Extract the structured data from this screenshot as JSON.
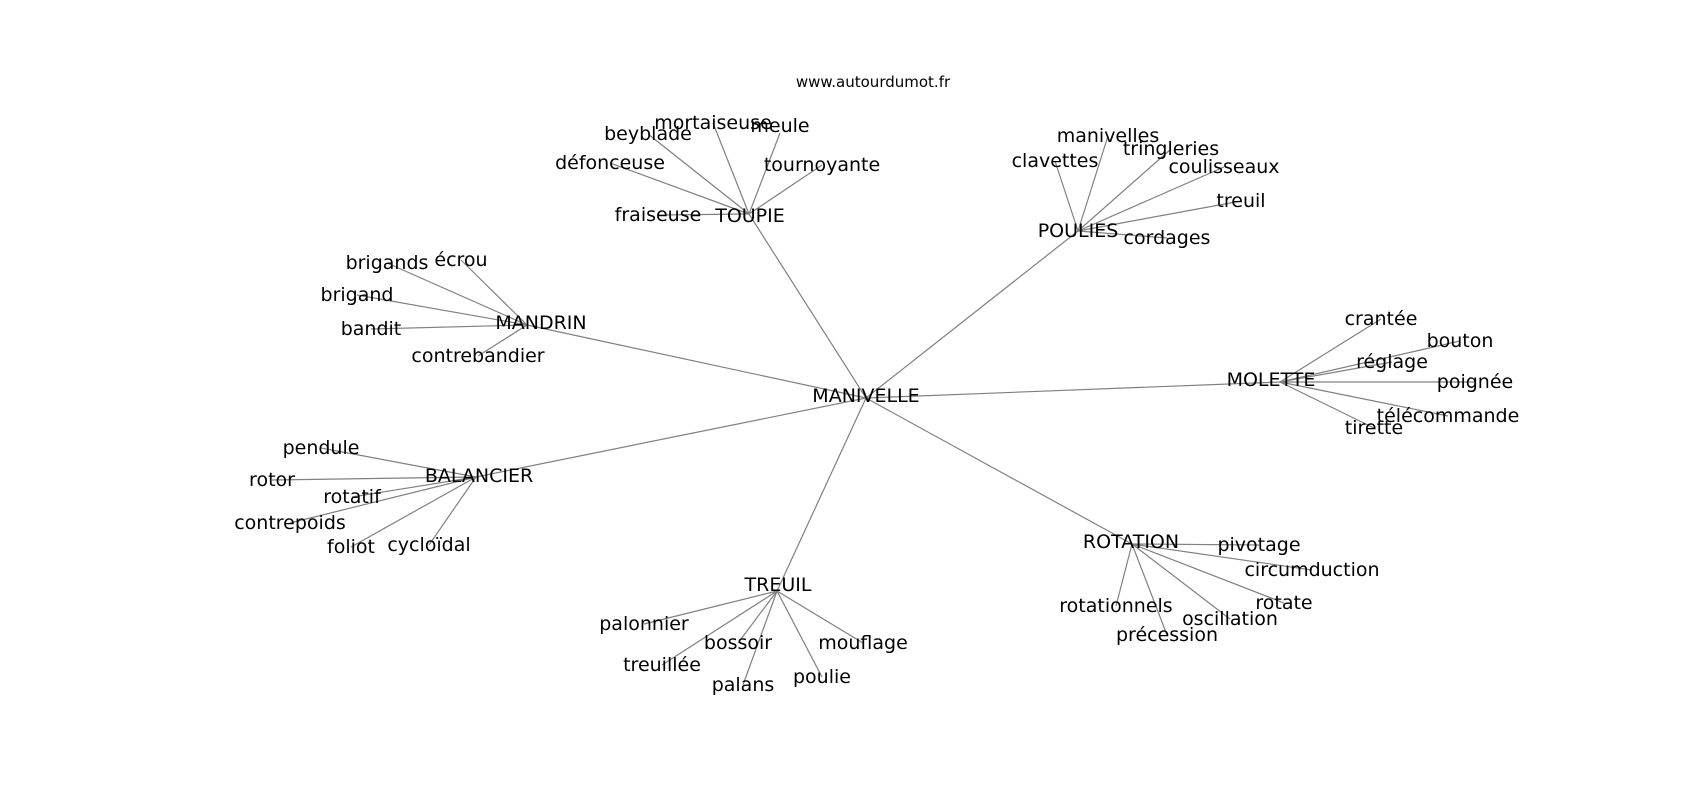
{
  "source": "www.autourdumot.fr",
  "colors": {
    "edge": "#808080",
    "text": "#000000",
    "background": "#ffffff"
  },
  "center": {
    "label": "MANIVELLE"
  },
  "clusters": [
    {
      "hub": "TOUPIE",
      "leaves": [
        "mortaiseuse",
        "meule",
        "beyblade",
        "défonceuse",
        "tournoyante",
        "fraiseuse"
      ]
    },
    {
      "hub": "POULIES",
      "leaves": [
        "manivelles",
        "tringleries",
        "clavettes",
        "coulisseaux",
        "treuil",
        "cordages"
      ]
    },
    {
      "hub": "MANDRIN",
      "leaves": [
        "brigands",
        "écrou",
        "brigand",
        "bandit",
        "contrebandier"
      ]
    },
    {
      "hub": "MOLETTE",
      "leaves": [
        "crantée",
        "bouton",
        "réglage",
        "poignée",
        "télécommande",
        "tirette"
      ]
    },
    {
      "hub": "BALANCIER",
      "leaves": [
        "pendule",
        "rotor",
        "rotatif",
        "contrepoids",
        "foliot",
        "cycloïdal"
      ]
    },
    {
      "hub": "ROTATION",
      "leaves": [
        "pivotage",
        "circumduction",
        "rotate",
        "rotationnels",
        "oscillation",
        "précession"
      ]
    },
    {
      "hub": "TREUIL",
      "leaves": [
        "palonnier",
        "bossoir",
        "mouflage",
        "treuillée",
        "poulie",
        "palans"
      ]
    }
  ]
}
